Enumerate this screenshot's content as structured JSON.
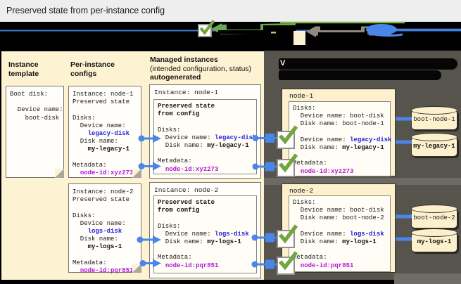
{
  "header": {
    "title": "Preserved state from per-instance config"
  },
  "columns": {
    "template_heading": "Instance template",
    "configs_heading": "Per-instance configs",
    "managed_heading": "Managed instances",
    "managed_sub": "(intended configuration, status)",
    "managed_tag": "autogenerated"
  },
  "vm_panel": {
    "title_fragment": "V"
  },
  "boxes": {
    "template": {
      "lines": [
        {
          "p": "Boot disk:"
        },
        {
          "p": ""
        },
        {
          "p": "  Device name:"
        },
        {
          "p": "    boot-disk"
        }
      ]
    },
    "config1": {
      "lines": [
        {
          "p": "Instance: node-1"
        },
        {
          "p": "Preserved state"
        },
        {
          "p": ""
        },
        {
          "p": "Disks:"
        },
        {
          "p": "  Device name:"
        },
        {
          "p": "    ",
          "v": "legacy-disk",
          "c": "blue"
        },
        {
          "p": "  Disk name:"
        },
        {
          "p": "    ",
          "v": "my-legacy-1",
          "c": "bold"
        },
        {
          "p": ""
        },
        {
          "p": "Metadata:"
        },
        {
          "p": "  ",
          "v": "node-id:xyz273",
          "c": "magenta"
        }
      ]
    },
    "managed1": {
      "title": "Instance: node-1",
      "lines": [
        {
          "p": "",
          "v": "Preserved state",
          "c": "bold"
        },
        {
          "p": "",
          "v": "from config",
          "c": "bold"
        },
        {
          "p": ""
        },
        {
          "p": "Disks:"
        },
        {
          "p": "  Device name: ",
          "v": "legacy-disk",
          "c": "blue"
        },
        {
          "p": "  Disk name: ",
          "v": "my-legacy-1",
          "c": "bold"
        },
        {
          "p": ""
        },
        {
          "p": "Metadata:"
        },
        {
          "p": "  ",
          "v": "node-id:xyz273",
          "c": "magenta"
        }
      ]
    },
    "vm1": {
      "title": "node-1",
      "lines": [
        {
          "p": "Disks:"
        },
        {
          "p": "  Device name: boot-disk"
        },
        {
          "p": "  Disk name: boot-node-1"
        },
        {
          "p": ""
        },
        {
          "p": "  Device name: ",
          "v": "legacy-disk",
          "c": "blue"
        },
        {
          "p": "  Disk name: ",
          "v": "my-legacy-1",
          "c": "bold"
        },
        {
          "p": ""
        },
        {
          "p": "Metadata:"
        },
        {
          "p": "  ",
          "v": "node-id:xyz273",
          "c": "magenta"
        }
      ]
    },
    "config2": {
      "lines": [
        {
          "p": "Instance: node-2"
        },
        {
          "p": "Preserved state"
        },
        {
          "p": ""
        },
        {
          "p": "Disks:"
        },
        {
          "p": "  Device name:"
        },
        {
          "p": "    ",
          "v": "logs-disk",
          "c": "blue"
        },
        {
          "p": "  Disk name:"
        },
        {
          "p": "    ",
          "v": "my-logs-1",
          "c": "bold"
        },
        {
          "p": ""
        },
        {
          "p": "Metadata:"
        },
        {
          "p": "  ",
          "v": "node-id:pqr851",
          "c": "magenta"
        }
      ]
    },
    "managed2": {
      "title": "Instance: node-2",
      "lines": [
        {
          "p": "",
          "v": "Preserved state",
          "c": "bold"
        },
        {
          "p": "",
          "v": "from config",
          "c": "bold"
        },
        {
          "p": ""
        },
        {
          "p": "Disks:"
        },
        {
          "p": "  Device name: ",
          "v": "logs-disk",
          "c": "blue"
        },
        {
          "p": "  Disk name: ",
          "v": "my-logs-1",
          "c": "bold"
        },
        {
          "p": ""
        },
        {
          "p": "Metadata:"
        },
        {
          "p": "  ",
          "v": "node-id:pqr851",
          "c": "magenta"
        }
      ]
    },
    "vm2": {
      "title": "node-2",
      "lines": [
        {
          "p": "Disks:"
        },
        {
          "p": "  Device name: boot-disk"
        },
        {
          "p": "  Disk name: boot-node-2"
        },
        {
          "p": ""
        },
        {
          "p": "  Device name: ",
          "v": "logs-disk",
          "c": "blue"
        },
        {
          "p": "  Disk name: ",
          "v": "my-logs-1",
          "c": "bold"
        },
        {
          "p": ""
        },
        {
          "p": "Metadata:"
        },
        {
          "p": "  ",
          "v": "node-id:pqr851",
          "c": "magenta"
        }
      ]
    }
  },
  "disks": [
    {
      "label": "boot-node-1",
      "label_class": "seg-plain"
    },
    {
      "label": "my-legacy-1",
      "label_class": "seg-bold"
    },
    {
      "label": "boot-node-2",
      "label_class": "seg-plain"
    },
    {
      "label": "my-logs-1",
      "label_class": "seg-bold"
    }
  ],
  "colors": {
    "panel_cream": "#fdf2d2",
    "panel_dark": "#56544d",
    "connector_blue": "#4a86e8",
    "device_blue": "#2222d8",
    "metadata_magenta": "#b316d9",
    "check_green": "#72a63c",
    "legend_swatch": "#fdf2d0"
  }
}
